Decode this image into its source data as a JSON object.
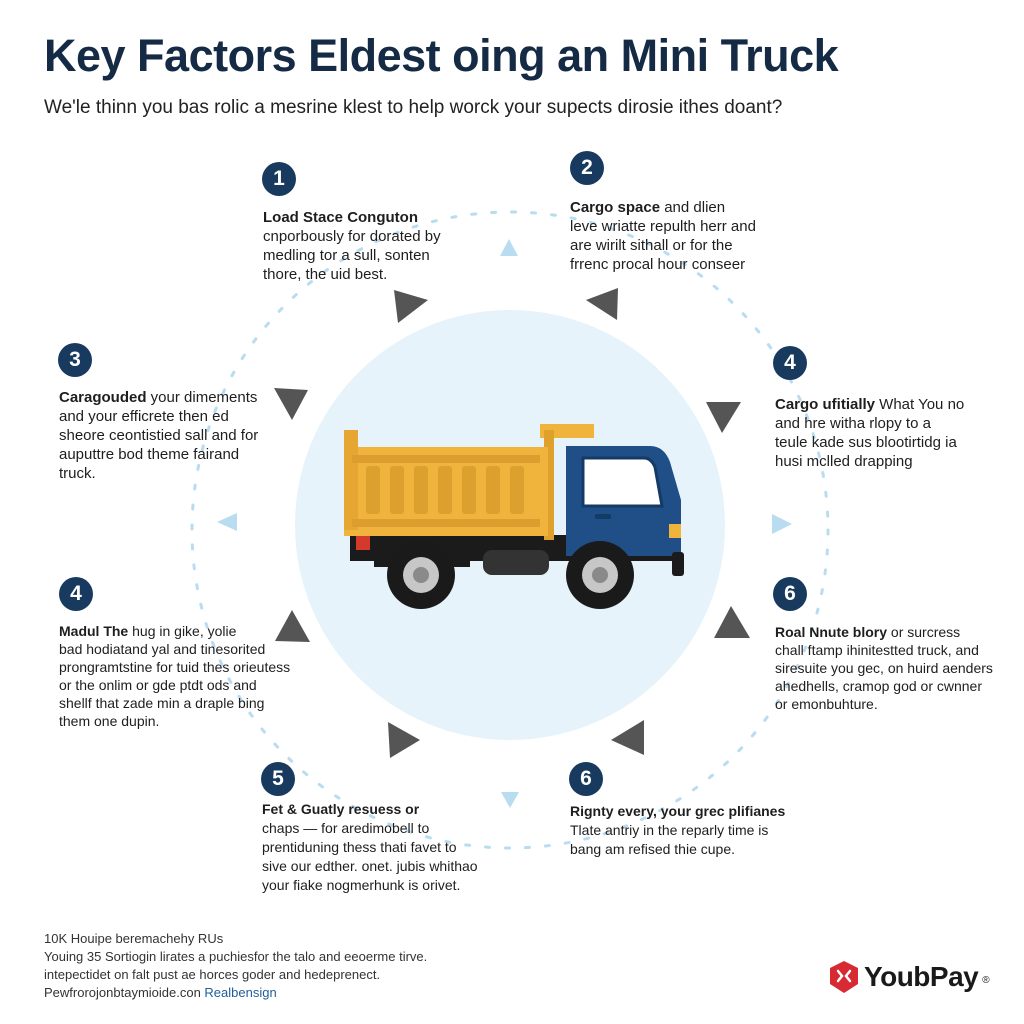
{
  "header": {
    "title": "Key Factors Eldest oing an Mini Truck",
    "subtitle": "We'le thinn you bas rolic a mesrine klest to help worck your supects dirosie ithes doant?"
  },
  "colors": {
    "badge": "#173a5e",
    "circle": "#e6f3fb",
    "truck_body": "#f0b43c",
    "truck_cab": "#1f4f86",
    "arrow_dark": "#555555",
    "arrow_light": "#b9dcf0"
  },
  "factors": [
    {
      "number": "1",
      "head": "Load Stace Conguton",
      "rest": "",
      "lines": [
        "cnporbously for dorated by",
        "medling tor a sull, sonten",
        "thore, the uid best."
      ]
    },
    {
      "number": "2",
      "head": "Cargo space",
      "rest": " and dlien",
      "lines": [
        "leve wriatte repulth herr and",
        "are wirilt sithall or for the",
        "frrenc procal hour conseer"
      ]
    },
    {
      "number": "3",
      "head": "Caragouded",
      "rest": " your dimements",
      "lines": [
        "and your efficrete then ed",
        "sheore ceontistied sall and for",
        "auputtre bod theme fairand",
        "truck."
      ]
    },
    {
      "number": "4",
      "head": "Cargo ufitially",
      "rest": " What You no",
      "lines": [
        "and hre witha rlopy to a",
        "teule kade sus blootirtidg ia",
        "husi mclled drapping"
      ]
    },
    {
      "number": "4",
      "head": "Madul The",
      "rest": " hug in gike, yolie",
      "lines": [
        "bad hodiatand yal and tinesorited",
        "prongramtstine for tuid thes orieutess",
        "or the onlim or gde ptdt ods and",
        "shellf that zade min a draple bing",
        "them one dupin."
      ]
    },
    {
      "number": "6",
      "head": "Roal Nnute blory",
      "rest": " or surcress",
      "lines": [
        "chall ftamp ihinitestted truck, and",
        "siresuite you gec, on huird aenders",
        "ahedhells, cramop god or cwnner",
        "or emonbuhture."
      ]
    },
    {
      "number": "5",
      "head": "Fet & Guatly resuess or",
      "rest": "",
      "lines": [
        "chaps — for aredimobell to",
        "prentiduning thess thati favet to",
        "sive our edther. onet. jubis whithao",
        "your fiake nogmerhunk is orivet."
      ]
    },
    {
      "number": "6",
      "head": "Rignty every, your grec plifianes",
      "rest": "",
      "lines": [
        "Tlate antriy in the reparly time is",
        "bang am refised thie cupe."
      ]
    }
  ],
  "footer": {
    "line1": "10K Houipe beremachehy RUs",
    "line2": "Youing 35 Sortiogin lirates a puchiesfor the talo and eeoerme tirve.",
    "line3": "intepectidet on falt pust ae horces goder and hedeprenect.",
    "line4_text": "Pewfrorojonbtaymioide.con ",
    "line4_link": "Realbensign"
  },
  "brand": {
    "name": "YoubPay",
    "tm": "®"
  }
}
